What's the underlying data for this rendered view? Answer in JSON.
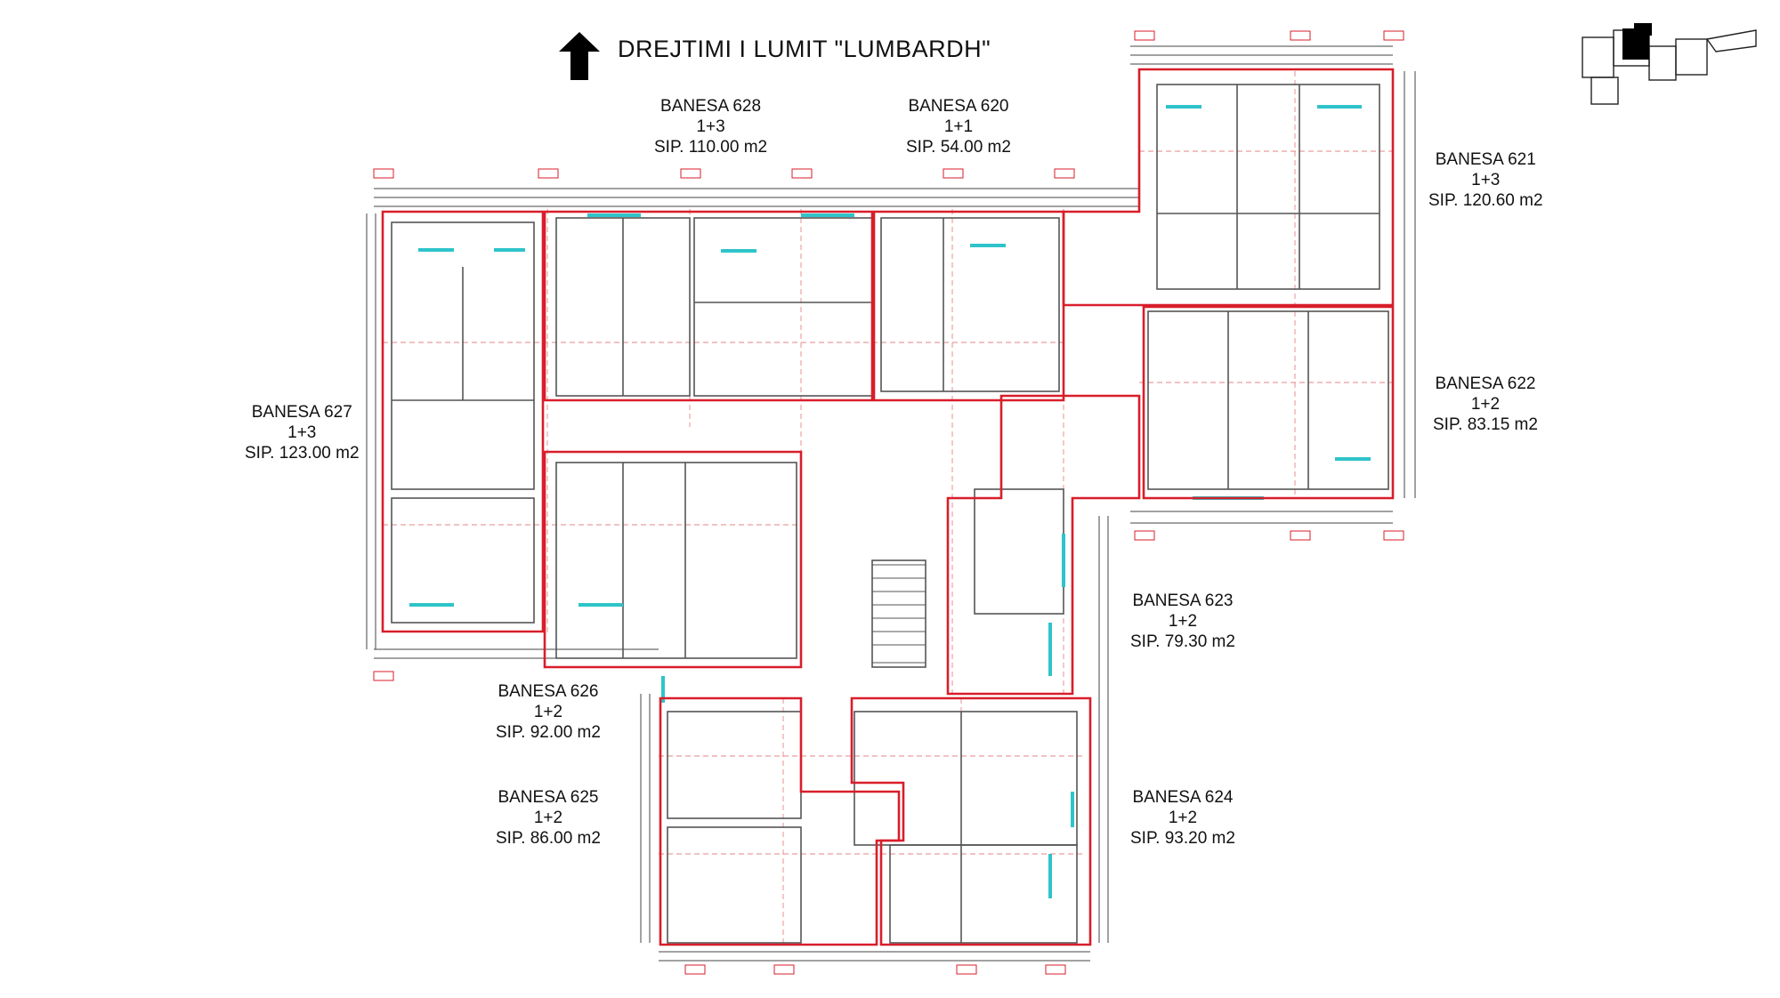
{
  "direction_title": "DREJTIMI  I LUMIT \"LUMBARDH\"",
  "apartments": [
    {
      "key": "628",
      "name": "BANESA 628",
      "type": "1+3",
      "area": "SIP. 110.00 m2"
    },
    {
      "key": "620",
      "name": "BANESA 620",
      "type": "1+1",
      "area": "SIP. 54.00 m2"
    },
    {
      "key": "621",
      "name": "BANESA 621",
      "type": "1+3",
      "area": "SIP. 120.60 m2"
    },
    {
      "key": "622",
      "name": "BANESA 622",
      "type": "1+2",
      "area": "SIP. 83.15 m2"
    },
    {
      "key": "627",
      "name": "BANESA 627",
      "type": "1+3",
      "area": "SIP. 123.00 m2"
    },
    {
      "key": "623",
      "name": "BANESA 623",
      "type": "1+2",
      "area": "SIP. 79.30 m2"
    },
    {
      "key": "626",
      "name": "BANESA 626",
      "type": "1+2",
      "area": "SIP. 92.00 m2"
    },
    {
      "key": "625",
      "name": "BANESA 625",
      "type": "1+2",
      "area": "SIP. 86.00 m2"
    },
    {
      "key": "624",
      "name": "BANESA 624",
      "type": "1+2",
      "area": "SIP. 93.20 m2"
    }
  ],
  "colors": {
    "boundary": "#d81e2a",
    "walls": "#555555",
    "grid_dash": "#e06666",
    "glazing": "#2ec4c9",
    "text": "#111111"
  },
  "icons": [
    "north-arrow-icon",
    "key-plan-icon"
  ]
}
